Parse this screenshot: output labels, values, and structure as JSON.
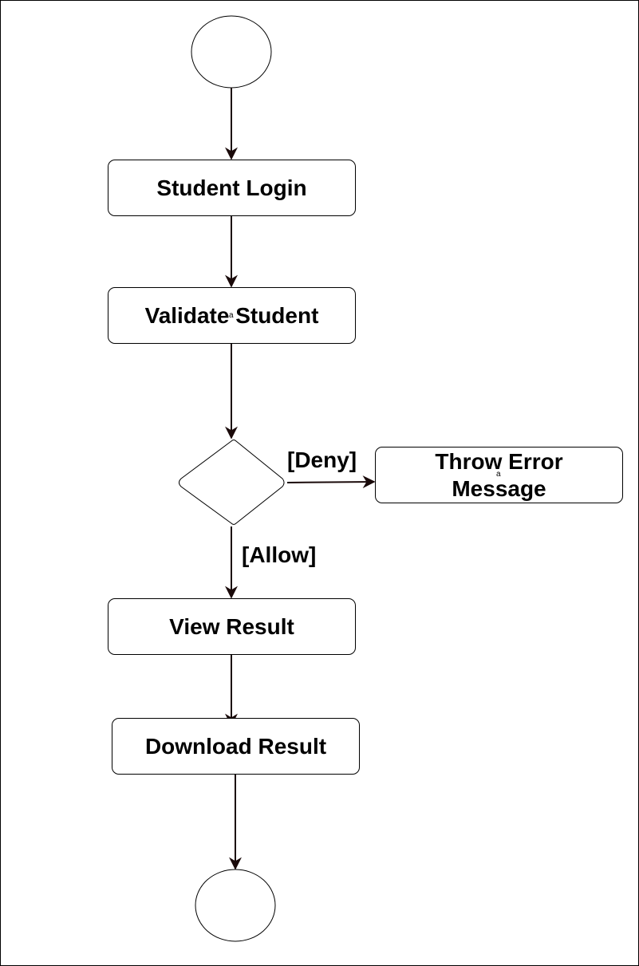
{
  "diagram": {
    "type": "activity-diagram",
    "colors": {
      "stroke": "#000000",
      "arrow": "#1a0a0a",
      "fill": "#ffffff"
    },
    "nodes": {
      "student_login": "Student Login",
      "validate_student": "Validate Student",
      "view_result": "View Result",
      "download_result": "Download Result",
      "throw_error_line1": "Throw Error",
      "throw_error_line2": "Message"
    },
    "guards": {
      "deny": "[Deny]",
      "allow": "[Allow]"
    },
    "stray_marks": {
      "validate_mark": "a",
      "error_mark": "a"
    }
  }
}
